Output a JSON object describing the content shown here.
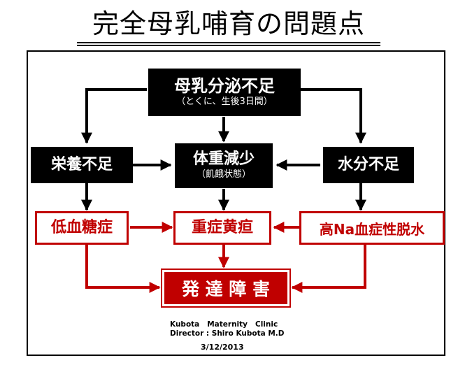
{
  "title": "完全母乳哺育の問題点",
  "nodes": {
    "milk": {
      "label": "母乳分泌不足",
      "sub": "（とくに、生後3日間）"
    },
    "nutrition": {
      "label": "栄養不足"
    },
    "weight": {
      "label": "体重減少",
      "sub": "（飢餓状態）"
    },
    "water": {
      "label": "水分不足"
    },
    "hypoglycemia": {
      "label": "低血糖症"
    },
    "jaundice": {
      "label": "重症黄疸"
    },
    "dehydration": {
      "label": "高Na血症性脱水"
    },
    "disorder": {
      "label": "発 達 障 害"
    }
  },
  "credit": {
    "line1": "Kubota   Maternity   Clinic",
    "line2": "Director : Shiro Kubota M.D"
  },
  "date": "3/12/2013",
  "colors": {
    "red": "#c00000",
    "black": "#000000"
  }
}
